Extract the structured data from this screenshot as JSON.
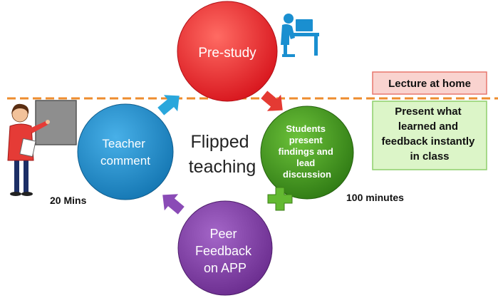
{
  "center": {
    "line1": "Flipped",
    "line2": "teaching"
  },
  "nodes": {
    "prestudy": {
      "label": "Pre-study",
      "color": "#e8252b"
    },
    "students": {
      "line1": "Students",
      "line2": "present",
      "line3": "findings and",
      "line4": "lead",
      "line5": "discussion",
      "color": "#3c8d1c"
    },
    "peer": {
      "line1": "Peer",
      "line2": "Feedback",
      "line3": "on APP",
      "color": "#7b3aa0"
    },
    "teacher": {
      "line1": "Teacher",
      "line2": "comment",
      "color": "#1f86c1"
    }
  },
  "boxes": {
    "home": {
      "label": "Lecture at home",
      "fill": "#f9d3cf",
      "border": "#e7776d"
    },
    "class": {
      "line1": "Present what",
      "line2": "learned and",
      "line3": "feedback instantly",
      "line4": "in class",
      "fill": "#dcf5c8",
      "border": "#8ecf6b"
    }
  },
  "durations": {
    "teacher": "20 Mins",
    "students": "100 minutes"
  },
  "icons": [
    "teacher-at-board-icon",
    "student-at-desk-icon",
    "plus-icon"
  ],
  "divider_color": "#ee8c2e"
}
